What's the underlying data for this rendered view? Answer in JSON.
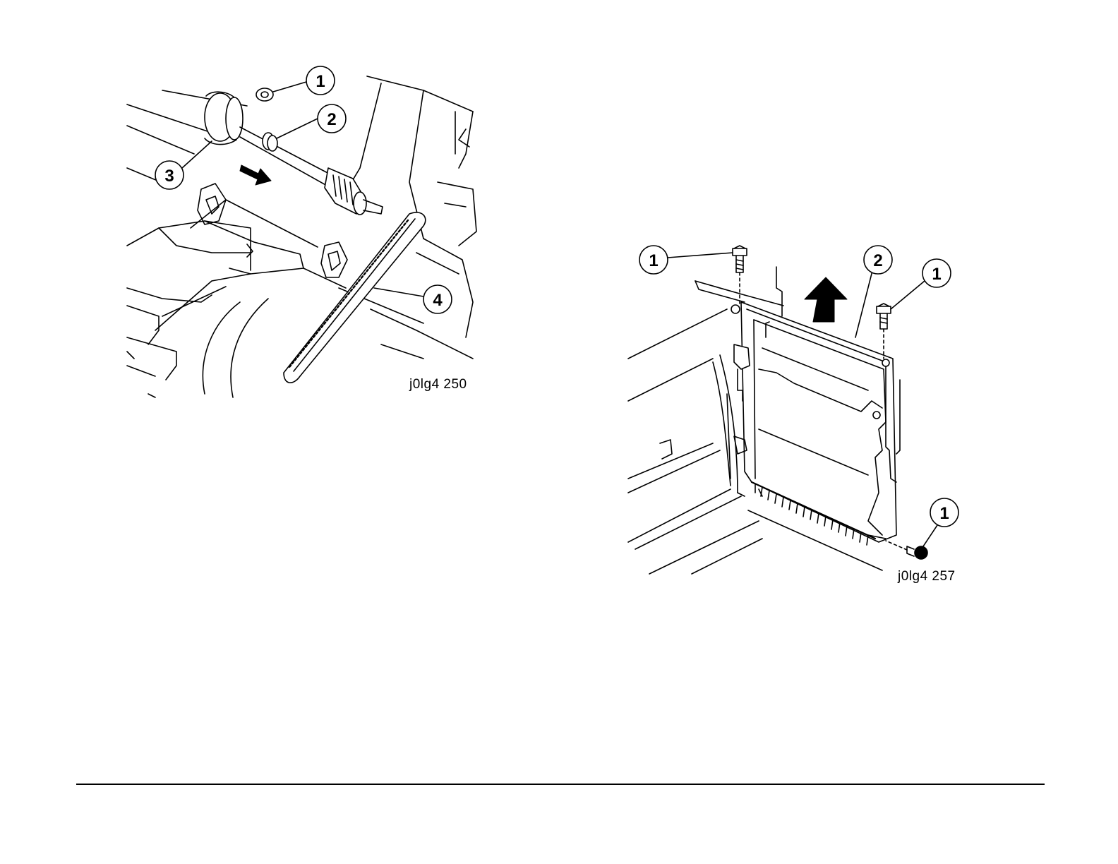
{
  "figures": [
    {
      "id_label": "j0lg4 250",
      "callouts": [
        "1",
        "2",
        "3",
        "4"
      ],
      "has_direction_arrow": true
    },
    {
      "id_label": "j0lg4 257",
      "callouts": [
        "1",
        "2",
        "1",
        "1"
      ],
      "has_direction_arrow": true
    }
  ],
  "colors": {
    "line": "#000000",
    "background": "#ffffff"
  }
}
